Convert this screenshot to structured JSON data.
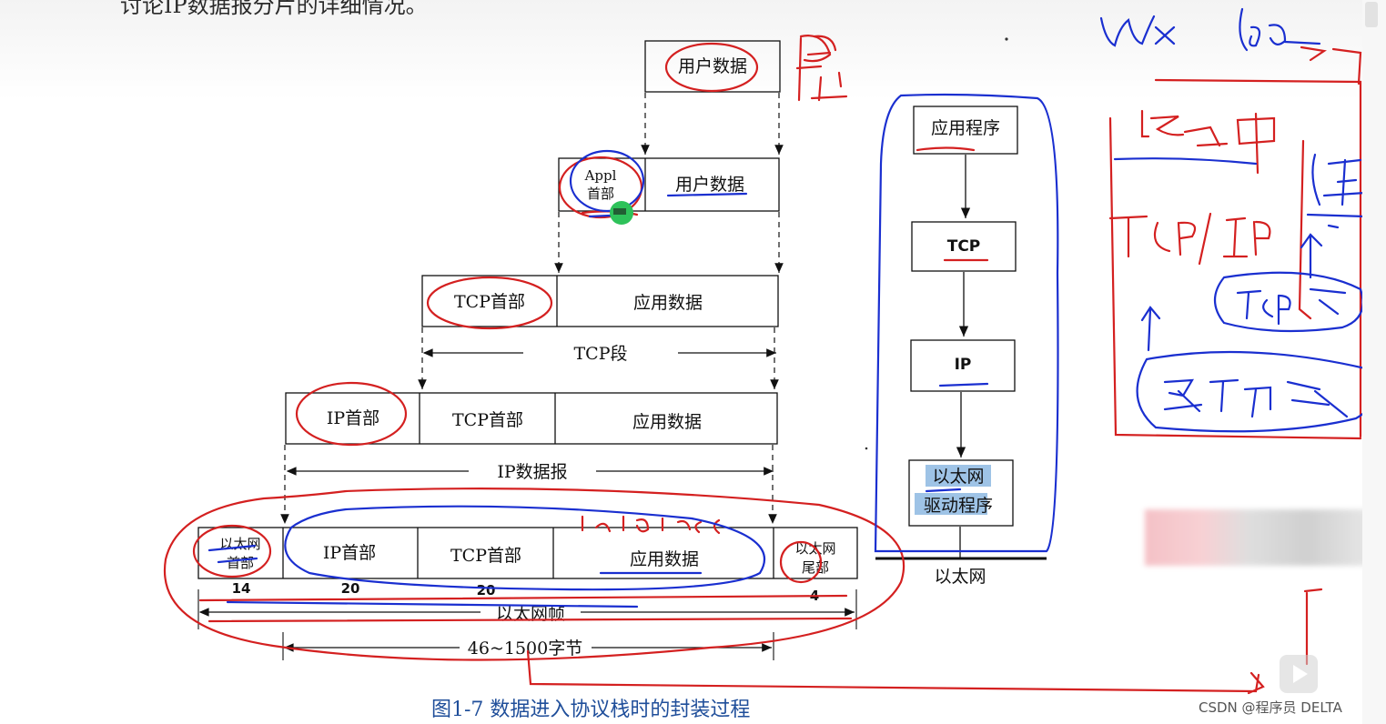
{
  "header": {
    "text": "讨论IP数据报分片的详细情况。"
  },
  "encapsulation": {
    "app_level": {
      "user_data": "用户数据"
    },
    "appl_level": {
      "appl_header_line1": "Appl",
      "appl_header_line2": "首部",
      "user_data": "用户数据"
    },
    "tcp_level": {
      "tcp_header": "TCP首部",
      "app_data": "应用数据",
      "span_label": "TCP段"
    },
    "ip_level": {
      "ip_header": "IP首部",
      "tcp_header": "TCP首部",
      "app_data": "应用数据",
      "span_label": "IP数据报"
    },
    "eth_level": {
      "eth_header_line1": "以太网",
      "eth_header_line2": "首部",
      "ip_header": "IP首部",
      "tcp_header": "TCP首部",
      "app_data": "应用数据",
      "eth_trailer_line1": "以太网",
      "eth_trailer_line2": "尾部",
      "size_eth_header": "14",
      "size_ip_header": "20",
      "size_tcp_header": "20",
      "size_trailer": "4",
      "frame_label": "以太网帧",
      "payload_label": "46~1500字节"
    }
  },
  "stack": {
    "app": "应用程序",
    "tcp": "TCP",
    "ip": "IP",
    "driver_line1": "以太网",
    "driver_line2": "驱动程序",
    "network": "以太网"
  },
  "caption": "图1-7   数据进入协议栈时的封装过程",
  "watermark": "CSDN @程序员 DELTA",
  "annotations": {
    "red_pen": "#d42020",
    "blue_pen": "#1a2fd0",
    "highlight": "#9ec3e6"
  }
}
